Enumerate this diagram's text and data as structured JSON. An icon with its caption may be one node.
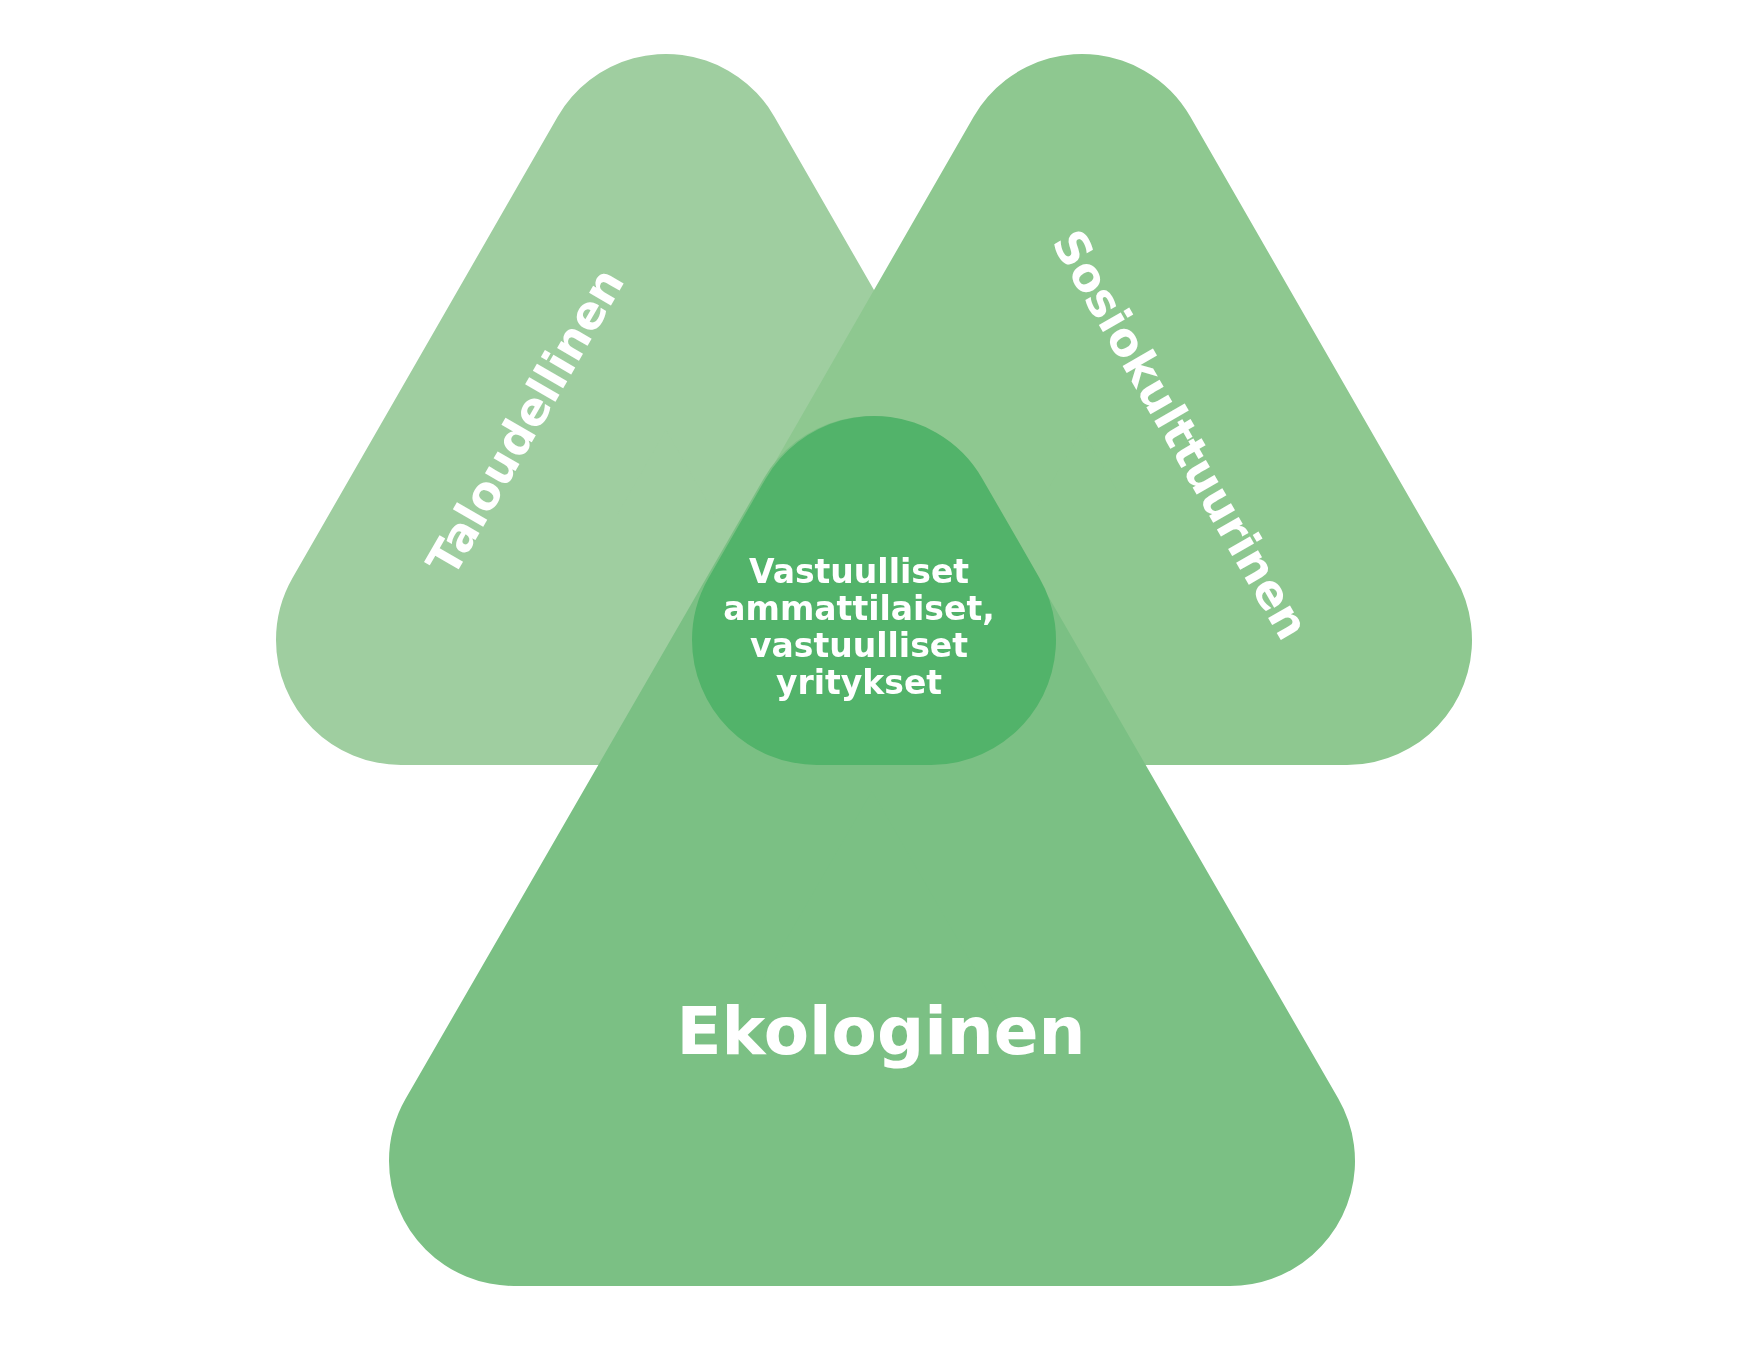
{
  "diagram": {
    "nodes": [
      {
        "text": [
          "Taloudellinen"
        ]
      },
      {
        "text": [
          "Sosiokulttuurinen"
        ]
      },
      {
        "text": [
          "Ekologinen"
        ]
      },
      {
        "text": [
          "Vastuulliset ammattilaiset, vastuulliset yritykset"
        ],
        "in": 2
      }
    ]
  }
}
